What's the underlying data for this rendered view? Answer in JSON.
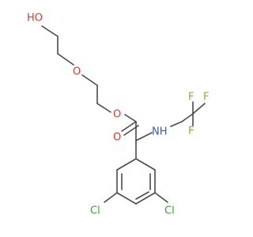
{
  "structure": {
    "labels": {
      "ho": "HO",
      "ether_o": "O",
      "ester_o": "O",
      "carbonyl_o": "O",
      "nh": "NH",
      "f1": "F",
      "f2": "F",
      "f3": "F",
      "cl_left": "Cl",
      "cl_right": "Cl"
    }
  },
  "colors": {
    "carbon_bond": "#4a4a4a",
    "oxygen": "#e8342c",
    "nitrogen": "#3355dd",
    "fluorine": "#6fc02a",
    "chlorine": "#2aa82a"
  }
}
